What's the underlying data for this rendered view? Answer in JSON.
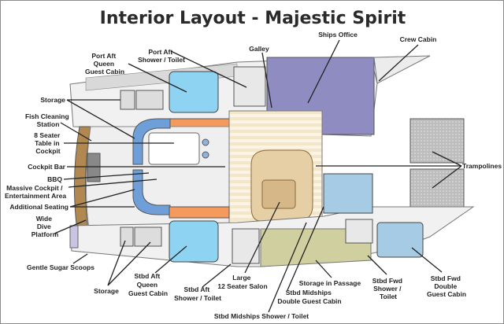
{
  "title": "Interior Layout - Majestic Spirit",
  "labels": {
    "port_aft_cabin": [
      "Port Aft",
      "Queen",
      "Guest Cabin"
    ],
    "port_aft_shower": [
      "Port Aft",
      "Shower / Toilet"
    ],
    "galley": [
      "Galley"
    ],
    "ships_office": [
      "Ships Office"
    ],
    "crew_cabin": [
      "Crew Cabin"
    ],
    "storage_port": [
      "Storage"
    ],
    "fish_cleaning": [
      "Fish Cleaning",
      "Station"
    ],
    "cockpit_table": [
      "8 Seater",
      "Table in",
      "Cockpit"
    ],
    "cockpit_bar": [
      "Cockpit Bar"
    ],
    "bbq": [
      "BBQ"
    ],
    "massive_cockpit": [
      "Massive Cockpit /",
      "Entertainment Area"
    ],
    "additional_seating": [
      "Additional Seating"
    ],
    "dive_platform": [
      "Wide",
      "Dive",
      "Platform"
    ],
    "trampolines": [
      "Trampolines"
    ],
    "sugar_scoops": [
      "Gentle Sugar Scoops"
    ],
    "storage_stbd": [
      "Storage"
    ],
    "stbd_aft_cabin": [
      "Stbd Aft",
      "Queen",
      "Guest Cabin"
    ],
    "stbd_aft_shower": [
      "Stbd Aft",
      "Shower / Toilet"
    ],
    "salon": [
      "Large",
      "12 Seater Salon"
    ],
    "storage_passage": [
      "Storage in Passage"
    ],
    "stbd_mid_cabin": [
      "Stbd Midships",
      "Double Guest Cabin"
    ],
    "stbd_mid_shower": [
      "Stbd Midships Shower / Toilet"
    ],
    "stbd_fwd_shower": [
      "Stbd Fwd",
      "Shower /",
      "Toilet"
    ],
    "stbd_fwd_cabin": [
      "Stbd Fwd",
      "Double",
      "Guest Cabin"
    ]
  },
  "colors": {
    "cabin_blue": "#8fd3f2",
    "office_purple": "#8f8cc2",
    "salon_tan": "#e6cfa5",
    "seating_blue": "#6f9fd8",
    "berth_orange": "#f39a5c",
    "trampoline_gray": "#c8c8c8",
    "passage_green": "#cfcfa0"
  }
}
